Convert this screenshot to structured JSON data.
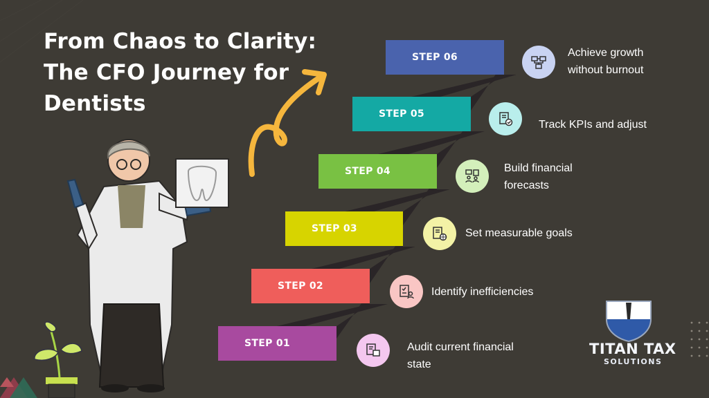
{
  "title": {
    "line1": "From Chaos to Clarity:",
    "line2": "The CFO Journey for",
    "line3": "Dentists"
  },
  "steps": [
    {
      "label": "STEP 01",
      "color": "#a84a9f",
      "icon": "document-box-icon",
      "icon_bg": "#f4c7ef",
      "text": [
        "Audit current financial",
        "state"
      ]
    },
    {
      "label": "STEP 02",
      "color": "#ef5e5b",
      "icon": "checklist-person-icon",
      "icon_bg": "#f9c6c4",
      "text": [
        "Identify inefficiencies"
      ]
    },
    {
      "label": "STEP 03",
      "color": "#d7d400",
      "icon": "document-globe-icon",
      "icon_bg": "#f3f2a6",
      "text": [
        "Set measurable goals"
      ]
    },
    {
      "label": "STEP 04",
      "color": "#79c143",
      "icon": "people-board-icon",
      "icon_bg": "#d3efbb",
      "text": [
        "Build financial",
        "forecasts"
      ]
    },
    {
      "label": "STEP 05",
      "color": "#14a9a4",
      "icon": "document-check-icon",
      "icon_bg": "#b9eeec",
      "text": [
        "Track KPIs and adjust"
      ]
    },
    {
      "label": "STEP 06",
      "color": "#4a63ad",
      "icon": "workflow-icon",
      "icon_bg": "#c9d3f2",
      "text": [
        "Achieve growth",
        "without burnout"
      ]
    }
  ],
  "logo": {
    "name": "TITAN TAX",
    "sub": "SOLUTIONS",
    "shield_top": "#ffffff",
    "shield_bottom": "#2f5aa8"
  },
  "colors": {
    "background": "#3e3b35",
    "arrow": "#f5b63d",
    "stair_shadow": "#2b2628"
  }
}
